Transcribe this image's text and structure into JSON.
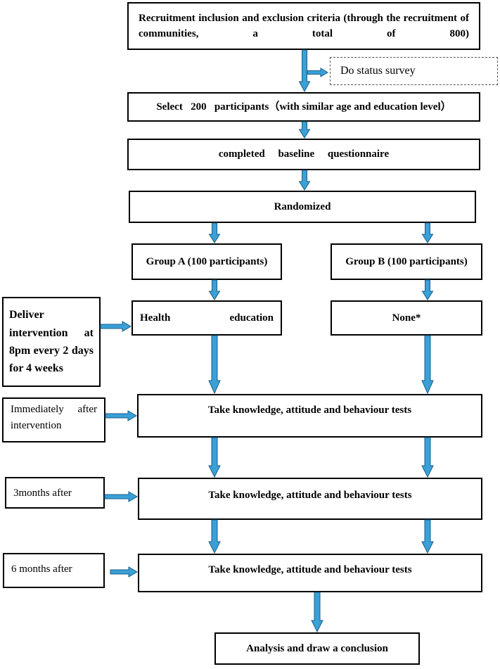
{
  "flowchart": {
    "recruitment": "Recruitment inclusion and exclusion criteria (through the recruitment of communities, a total of 800)",
    "status_survey": "Do status survey",
    "select": "Select   200   participants（with similar age and education level）",
    "baseline": "completed     baseline     questionnaire",
    "randomized": "Randomized",
    "group_a": "Group A (100 participants)",
    "group_b": "Group B (100 participants)",
    "health_education": "Health education",
    "none": "None*",
    "deliver": "Deliver intervention at 8pm every 2 days for 4 weeks",
    "test_immediately": "Take knowledge, attitude and behaviour tests",
    "test_3months": "Take knowledge, attitude and behaviour tests",
    "test_6months": "Take knowledge, attitude and behaviour tests",
    "label_immediately": "Immediately after intervention",
    "label_3months": "3months after",
    "label_6months": "6 months after",
    "conclusion": "Analysis and draw a conclusion"
  },
  "colors": {
    "arrow_fill": "#3aa0d8",
    "arrow_stroke": "#1b5e85",
    "border": "#000000"
  }
}
